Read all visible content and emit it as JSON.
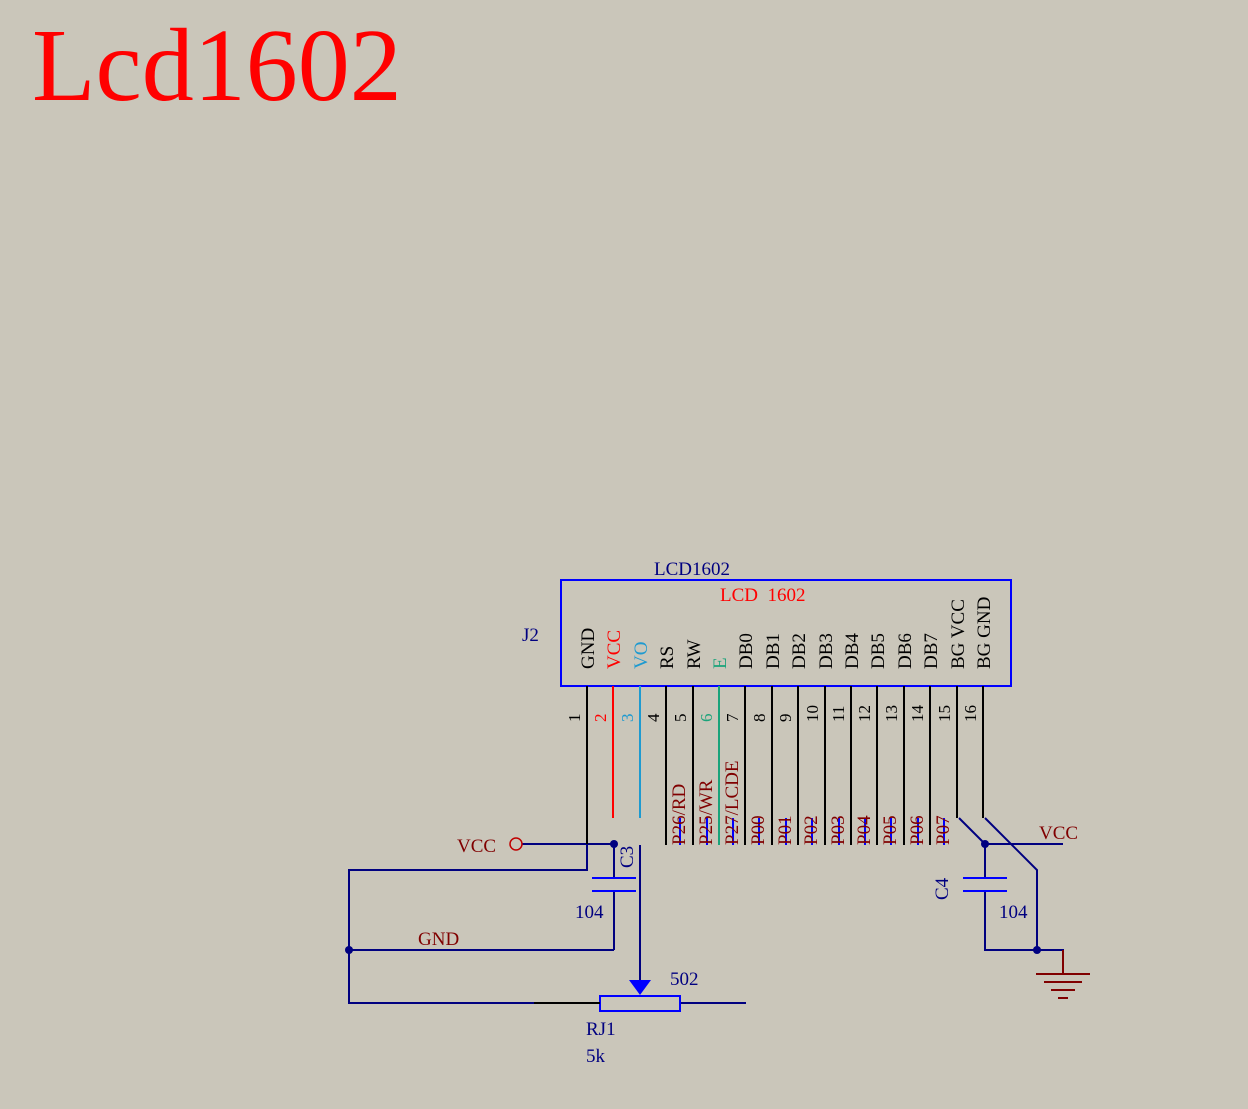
{
  "page_title": "Lcd1602",
  "component": {
    "designator": "J2",
    "part_name": "LCD1602",
    "inner_label": "LCD  1602",
    "pins": [
      {
        "num": "1",
        "name": "GND",
        "net": "",
        "color": "#000000"
      },
      {
        "num": "2",
        "name": "VCC",
        "net": "",
        "color": "#ff0000"
      },
      {
        "num": "3",
        "name": "VO",
        "net": "",
        "color": "#1e9ad0"
      },
      {
        "num": "4",
        "name": "RS",
        "net": "P26/RD",
        "color": "#000000"
      },
      {
        "num": "5",
        "name": "RW",
        "net": "P25/WR",
        "color": "#000000"
      },
      {
        "num": "6",
        "name": "E",
        "net": "P27/LCDE",
        "color": "#1aa37a"
      },
      {
        "num": "7",
        "name": "DB0",
        "net": "P00",
        "color": "#000000"
      },
      {
        "num": "8",
        "name": "DB1",
        "net": "P01",
        "color": "#000000"
      },
      {
        "num": "9",
        "name": "DB2",
        "net": "P02",
        "color": "#000000"
      },
      {
        "num": "10",
        "name": "DB3",
        "net": "P03",
        "color": "#000000"
      },
      {
        "num": "11",
        "name": "DB4",
        "net": "P04",
        "color": "#000000"
      },
      {
        "num": "12",
        "name": "DB5",
        "net": "P05",
        "color": "#000000"
      },
      {
        "num": "13",
        "name": "DB6",
        "net": "P06",
        "color": "#000000"
      },
      {
        "num": "14",
        "name": "DB7",
        "net": "P07",
        "color": "#000000"
      },
      {
        "num": "15",
        "name": "BG VCC",
        "net": "",
        "color": "#000000"
      },
      {
        "num": "16",
        "name": "BG GND",
        "net": "",
        "color": "#000000"
      }
    ]
  },
  "parts": {
    "c3": {
      "designator": "C3",
      "value": "104"
    },
    "c4": {
      "designator": "C4",
      "value": "104"
    },
    "rj1": {
      "designator": "RJ1",
      "value": "5k",
      "marking": "502"
    }
  },
  "nets": {
    "vcc_left": "VCC",
    "vcc_right": "VCC",
    "gnd": "GND"
  },
  "colors": {
    "background": "#cac6ba",
    "wire": "#000080",
    "net_label": "#800000",
    "title": "#ff0000",
    "component_outline": "#0000ff"
  }
}
